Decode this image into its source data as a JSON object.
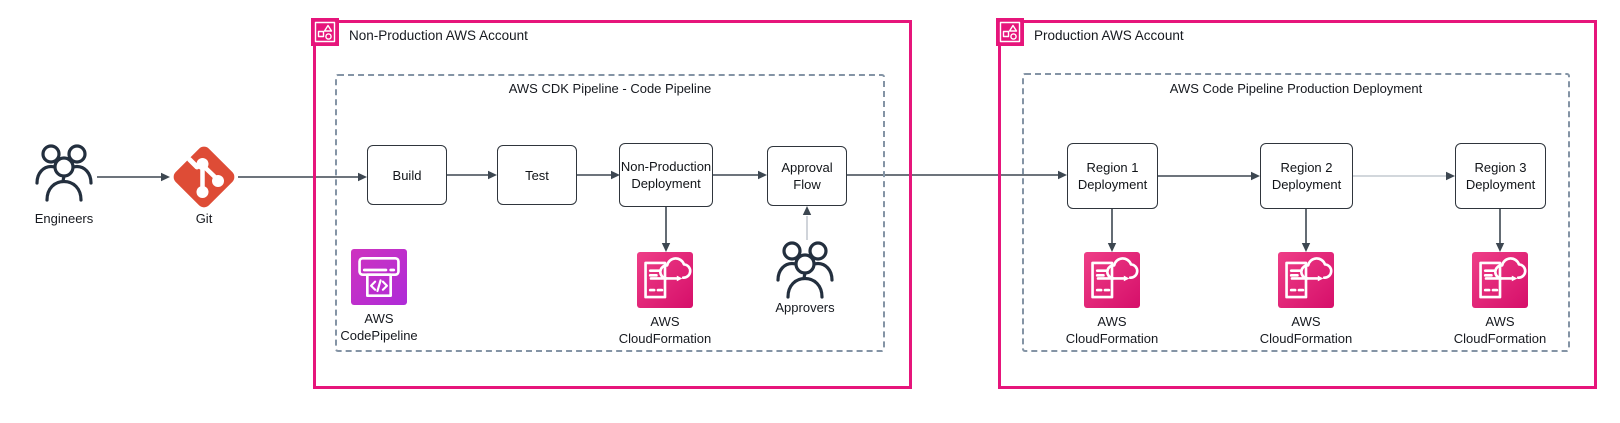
{
  "actors": {
    "engineers_label": "Engineers",
    "git_label": "Git",
    "approvers_label": "Approvers"
  },
  "nonprod": {
    "title": "Non-Production AWS Account",
    "pipeline_title": "AWS CDK Pipeline - Code Pipeline",
    "build_label": "Build",
    "test_label": "Test",
    "deploy_line1": "Non-Production",
    "deploy_line2": "Deployment",
    "approval_line1": "Approval",
    "approval_line2": "Flow",
    "codepipeline_line1": "AWS",
    "codepipeline_line2": "CodePipeline",
    "cloudformation_line1": "AWS",
    "cloudformation_line2": "CloudFormation"
  },
  "prod": {
    "title": "Production AWS Account",
    "pipeline_title": "AWS Code Pipeline Production Deployment",
    "regions": [
      {
        "line1": "Region 1",
        "line2": "Deployment",
        "cf_line1": "AWS",
        "cf_line2": "CloudFormation"
      },
      {
        "line1": "Region 2",
        "line2": "Deployment",
        "cf_line1": "AWS",
        "cf_line2": "CloudFormation"
      },
      {
        "line1": "Region 3",
        "line2": "Deployment",
        "cf_line1": "AWS",
        "cf_line2": "CloudFormation"
      }
    ]
  },
  "colors": {
    "account_border": "#E6157B",
    "account_icon_bg": "#E6157B",
    "dashed_border": "#8494A5",
    "connector_dark": "#3D4751",
    "connector_light": "#C4CAD1",
    "flow_box_border": "#2F353C",
    "people_icon": "#232F3E",
    "git_orange": "#DE4C36",
    "codepipeline_gradient_start": "#CE33BF",
    "codepipeline_gradient_end": "#AE2BD8",
    "cloudformation_gradient_start": "#EE3E87",
    "cloudformation_gradient_end": "#D60F6A"
  }
}
